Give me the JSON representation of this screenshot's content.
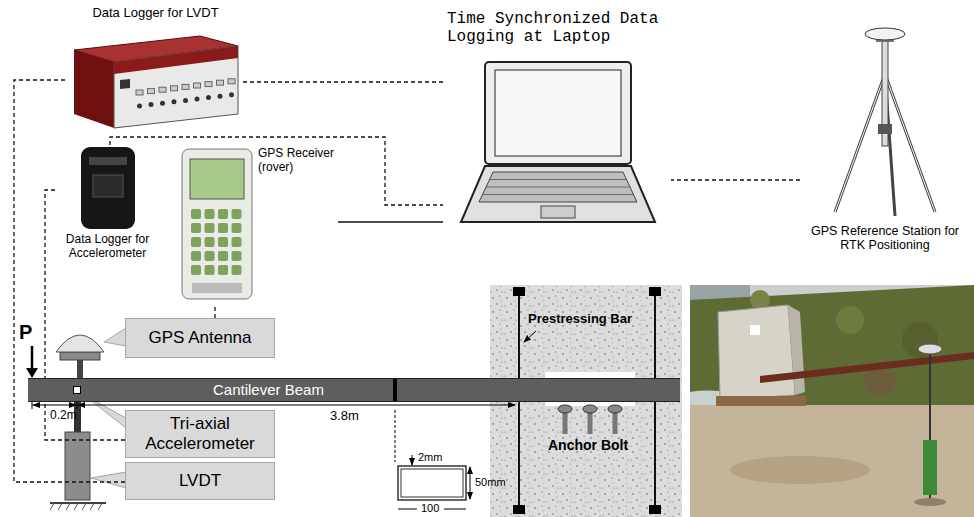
{
  "diagram": {
    "nodes": [
      {
        "text": [
          "Data Logger for LVDT"
        ]
      },
      {
        "text": [
          "Time Synchronized Data Logging at Laptop"
        ]
      },
      {
        "text": [
          "GPS Reference Station for RTK Positioning"
        ]
      },
      {
        "text": [
          "Data Logger for Accelerometer"
        ]
      },
      {
        "text": [
          "GPS Receiver (rover)"
        ]
      },
      {
        "text": [
          "GPS Antenna"
        ]
      },
      {
        "text": [
          "Cantilever Beam"
        ]
      },
      {
        "text": [
          "Tri-axial Accelerometer"
        ]
      },
      {
        "text": [
          "LVDT"
        ]
      }
    ],
    "edges": [
      {
        "from": 0,
        "to": 1,
        "arrow": "none"
      },
      {
        "from": 3,
        "to": 1,
        "arrow": "none"
      },
      {
        "from": 4,
        "to": 1,
        "arrow": "none"
      },
      {
        "from": 2,
        "to": 1,
        "arrow": "none"
      },
      {
        "from": 5,
        "to": 4,
        "arrow": "none"
      },
      {
        "from": 7,
        "to": 3,
        "arrow": "none"
      },
      {
        "from": 8,
        "to": 0,
        "arrow": "none"
      }
    ],
    "labels": [
      "P",
      "0.2m",
      "3.8m",
      "2mm",
      "50mm",
      "100",
      "Prestressing Bar",
      "Anchor Bolt"
    ]
  }
}
